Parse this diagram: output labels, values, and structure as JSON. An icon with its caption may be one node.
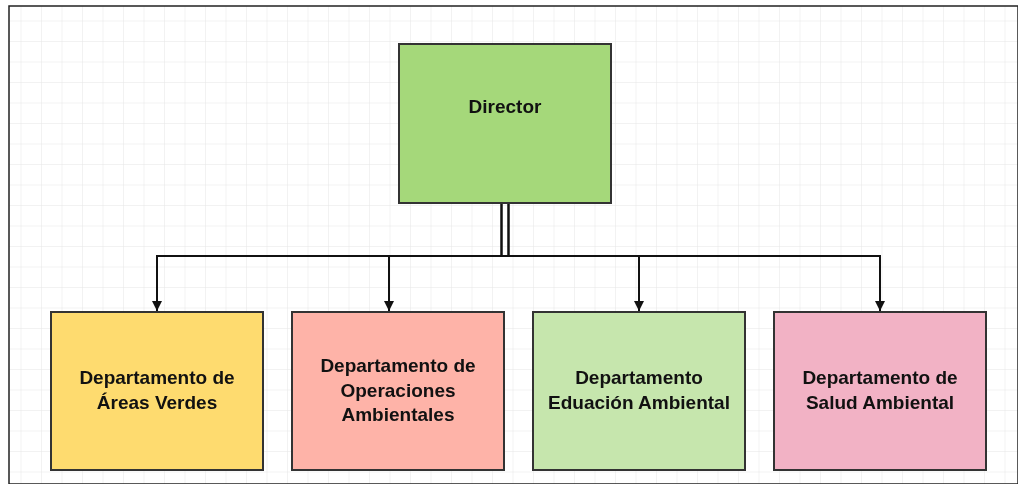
{
  "diagram": {
    "nodes": [
      {
        "text": [
          "Director"
        ]
      },
      {
        "text": [
          "Departamento de Áreas Verdes"
        ]
      },
      {
        "text": [
          "Departamento de Operaciones Ambientales"
        ]
      },
      {
        "text": [
          "Departamento Eduación Ambiental"
        ]
      },
      {
        "text": [
          "Departamento de Salud Ambiental"
        ]
      }
    ],
    "edges": [
      {
        "from": 0,
        "to": 1,
        "arrow": "to"
      },
      {
        "from": 0,
        "to": 2,
        "arrow": "to"
      },
      {
        "from": 0,
        "to": 3,
        "arrow": "to"
      },
      {
        "from": 0,
        "to": 4,
        "arrow": "to"
      }
    ]
  }
}
